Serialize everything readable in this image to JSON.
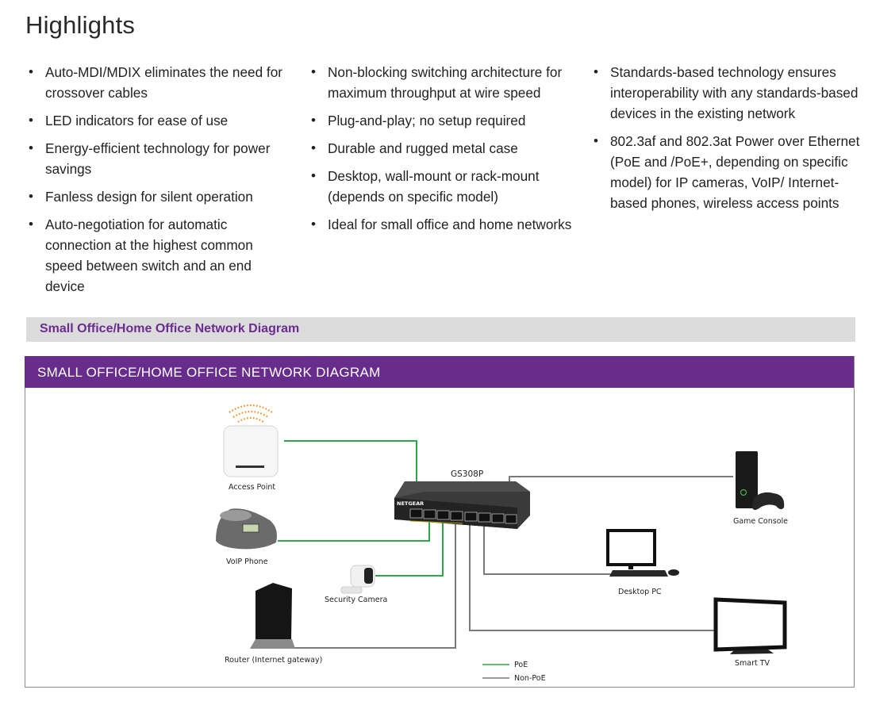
{
  "page": {
    "title": "Highlights"
  },
  "highlights": {
    "column1": [
      "Auto-MDI/MDIX eliminates the need for crossover cables",
      "LED indicators for ease of use",
      " Energy-efficient technology for power savings",
      "Fanless design for silent operation",
      "Auto-negotiation for automatic connection at the highest common speed between switch and an end device"
    ],
    "column2": [
      "Non-blocking switching architecture for maximum throughput at wire speed",
      "Plug-and-play; no setup required",
      "Durable and rugged metal case",
      "Desktop, wall-mount or rack-mount (depends on specific model)",
      "Ideal for small office and home networks"
    ],
    "column3": [
      "Standards-based technology ensures interoperability with any standards-based devices in the existing network",
      "802.3af and 802.3at Power over Ethernet (PoE and /PoE+, depending on specific model) for IP cameras, VoIP/ Internet-based phones, wireless access points"
    ]
  },
  "section": {
    "bar_label": "Small Office/Home Office Network Diagram",
    "diagram_header": "SMALL OFFICE/HOME OFFICE NETWORK DIAGRAM"
  },
  "diagram": {
    "switch_model": "GS308P",
    "switch_brand": "NETGEAR",
    "devices": {
      "access_point": "Access Point",
      "voip_phone": "VoIP Phone",
      "security_camera": "Security Camera",
      "router": "Router (Internet gateway)",
      "game_console": "Game Console",
      "desktop_pc": "Desktop PC",
      "smart_tv": "Smart TV"
    },
    "legend": {
      "poe": "PoE",
      "non_poe": "Non-PoE"
    },
    "colors": {
      "poe_line": "#2aa84a",
      "non_poe_line": "#7a7a7a",
      "brand_purple": "#682c8c",
      "ap_signal": "#f08a1c"
    }
  }
}
